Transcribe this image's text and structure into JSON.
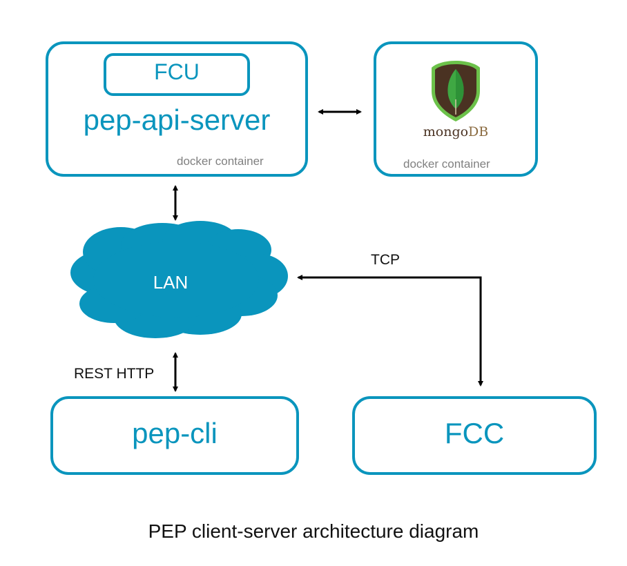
{
  "diagram": {
    "nodes": {
      "api_server": {
        "title": "pep-api-server",
        "inner": "FCU",
        "caption": "docker container"
      },
      "mongodb": {
        "logo_text_a": "mongo",
        "logo_text_b": "DB",
        "caption": "docker container"
      },
      "lan": {
        "title": "LAN"
      },
      "cli": {
        "title": "pep-cli"
      },
      "fcc": {
        "title": "FCC"
      }
    },
    "edges": [
      {
        "from": "api_server",
        "to": "mongodb",
        "direction": "both",
        "label": ""
      },
      {
        "from": "api_server",
        "to": "lan",
        "direction": "both",
        "label": ""
      },
      {
        "from": "lan",
        "to": "cli",
        "direction": "both",
        "label": "REST HTTP"
      },
      {
        "from": "fcc",
        "to": "lan",
        "direction": "both",
        "label": "TCP"
      }
    ],
    "caption": "PEP client-server architecture diagram",
    "colors": {
      "accent": "#0a95bd",
      "caption_gray": "#808080",
      "mongo_brown": "#4a3222",
      "mongo_green": "#6cc24a"
    }
  }
}
